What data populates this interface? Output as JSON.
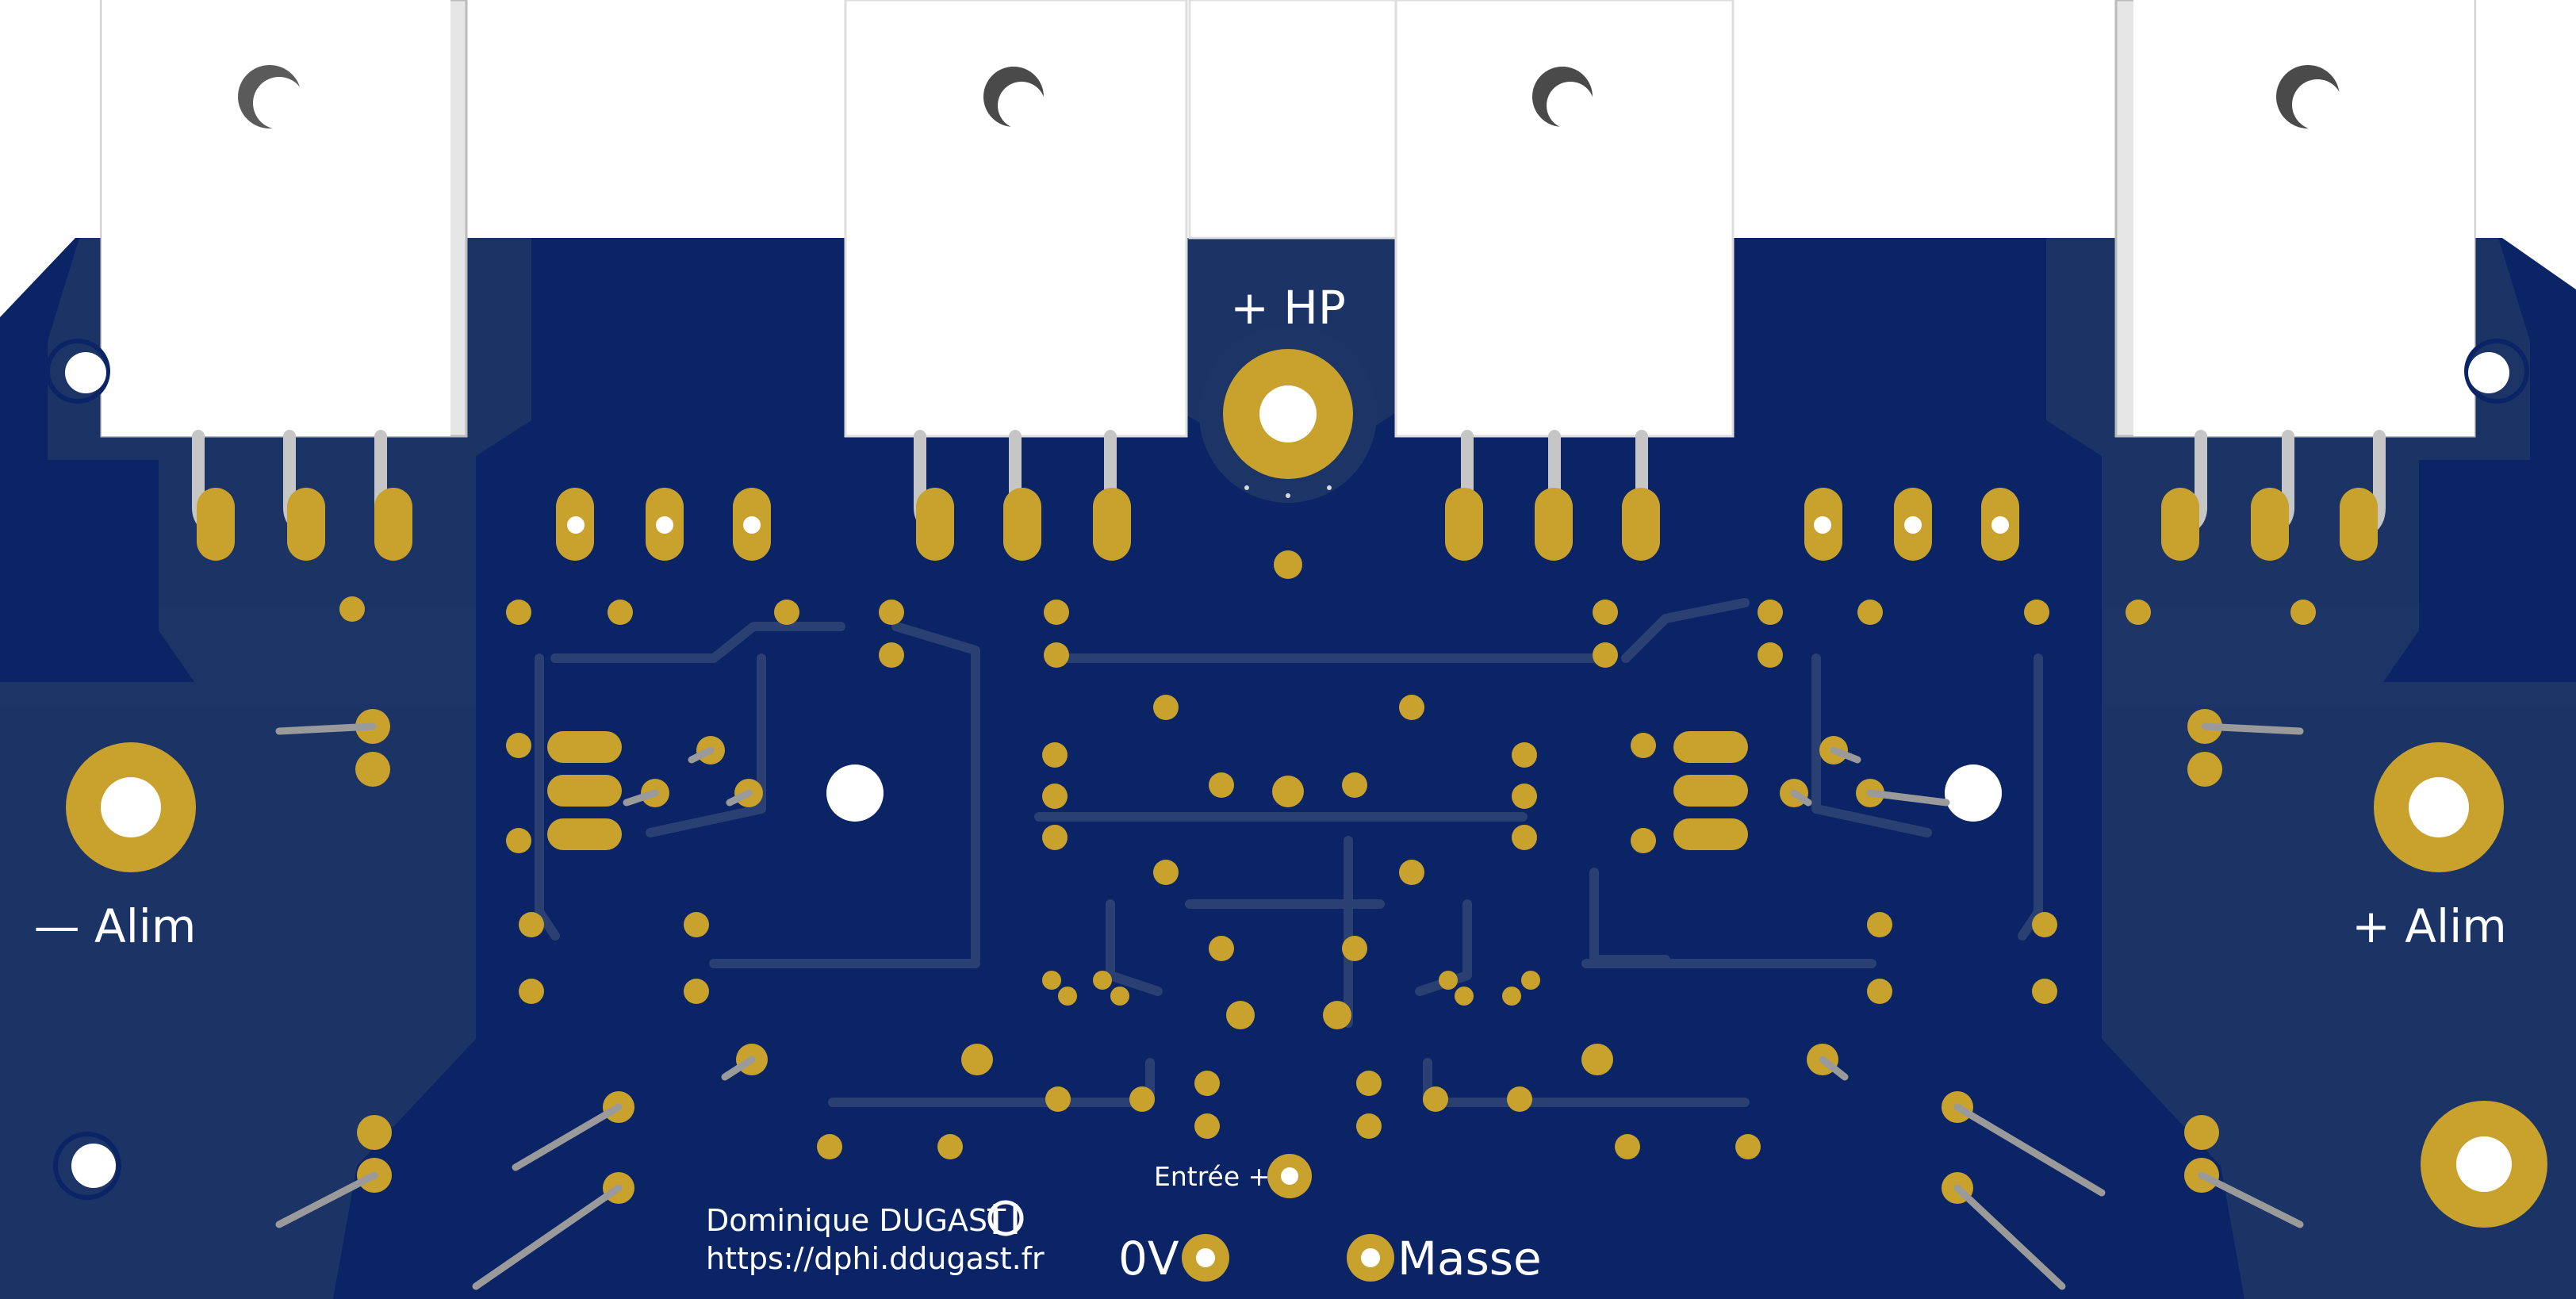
{
  "board": {
    "silkscreen": {
      "hp_label": "+ HP",
      "alim_minus_label": "— Alim",
      "alim_plus_label": "+ Alim",
      "author": "Dominique DUGAST",
      "website": "https://dphi.ddugast.fr",
      "entree_label": "Entrée +",
      "zero_v_label": "0V",
      "masse_label": "Masse"
    },
    "colors": {
      "background": "#ffffff",
      "substrate": "#0b2466",
      "copper_pour": "#1d3566",
      "trace": "#2a3f72",
      "pad_gold": "#c8a22c",
      "hole": "#ffffff",
      "silk": "#ffffff",
      "component_body": "#ffffff",
      "lead": "#b8b8b8"
    },
    "component_counts": {
      "power_transistors": 4,
      "mounting_holes": 6,
      "terminals": 3
    }
  }
}
